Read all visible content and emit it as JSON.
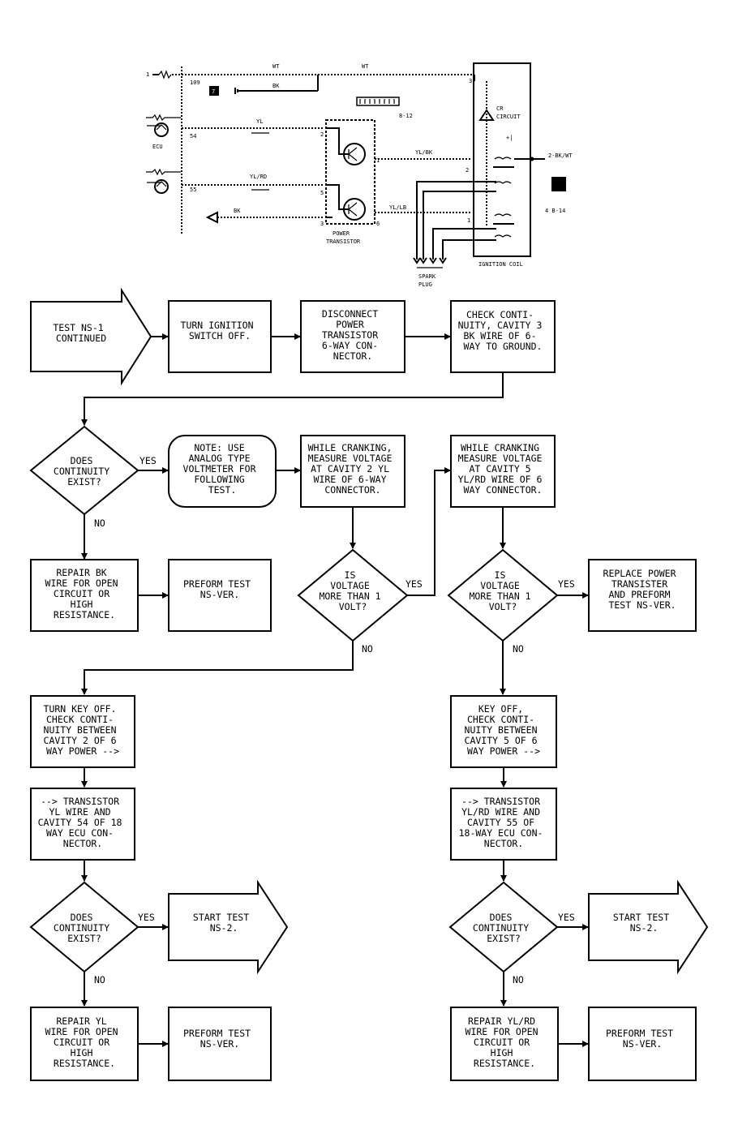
{
  "schematic": {
    "pins_left": [
      "1",
      "109",
      "54",
      "55"
    ],
    "ecu_label": "ECU",
    "wire_top": "WT",
    "wire_bk_ground": "BK",
    "wire_yl": "YL",
    "wire_ylrd": "YL/RD",
    "wire_bk_bottom": "BK",
    "wire_ylbk": "YL/BK",
    "wire_ylbl": "YL/LB",
    "connector_ref": "8-12",
    "wire_ref": "4 B-14",
    "transistor_label": [
      "POWER",
      "TRANSISTOR"
    ],
    "coil_label": "IGNITION COIL",
    "spark_label": [
      "SPARK",
      "PLUG"
    ],
    "circuit_label": [
      "CR",
      "CIRCUIT"
    ],
    "output_label": "2-BK/WT",
    "trans_pins": [
      "2",
      "1",
      "5",
      "3",
      "6"
    ],
    "coil_pins": [
      "3",
      "2",
      "1"
    ],
    "marker7": "7"
  },
  "flow": {
    "start": [
      "TEST NS-1",
      "CONTINUED"
    ],
    "turn_off": [
      "TURN IGNITION",
      "SWITCH OFF."
    ],
    "disconnect": [
      "DISCONNECT",
      "POWER",
      "TRANSISTOR",
      "6-WAY CON-",
      "NECTOR."
    ],
    "check_cavity3": [
      "CHECK CONTI-",
      "NUITY, CAVITY 3",
      "BK WIRE OF 6-",
      "WAY TO GROUND."
    ],
    "q_continuity1": [
      "DOES",
      "CONTINUITY",
      "EXIST?"
    ],
    "note": [
      "NOTE: USE",
      "ANALOG TYPE",
      "VOLTMETER FOR",
      "FOLLOWING",
      "TEST."
    ],
    "crank_cav2": [
      "WHILE CRANKING,",
      "MEASURE VOLTAGE",
      "AT CAVITY 2 YL",
      "WIRE OF 6-WAY",
      "CONNECTOR."
    ],
    "crank_cav5": [
      "WHILE CRANKING",
      "MEASURE VOLTAGE",
      "AT CAVITY 5",
      "YL/RD WIRE OF 6",
      "WAY CONNECTOR."
    ],
    "repair_bk": [
      "REPAIR BK",
      "WIRE FOR OPEN",
      "CIRCUIT OR",
      "HIGH",
      "RESISTANCE."
    ],
    "perform1": [
      "PREFORM TEST",
      "NS-VER."
    ],
    "q_volt1": [
      "IS",
      "VOLTAGE",
      "MORE THAN 1",
      "VOLT?"
    ],
    "q_volt2": [
      "IS",
      "VOLTAGE",
      "MORE THAN 1",
      "VOLT?"
    ],
    "replace": [
      "REPLACE POWER",
      "TRANSISTER",
      "AND PREFORM",
      "TEST NS-VER."
    ],
    "turn_key_off": [
      "TURN KEY OFF.",
      "CHECK CONTI-",
      "NUITY BETWEEN",
      "CAVITY 2 OF 6",
      "WAY POWER -->"
    ],
    "key_off": [
      "KEY OFF,",
      "CHECK CONTI-",
      "NUITY BETWEEN",
      "CAVITY 5 OF 6",
      "WAY POWER -->"
    ],
    "trans_yl": [
      "--> TRANSISTOR",
      "YL WIRE AND",
      "CAVITY 54 OF 18",
      "WAY ECU CON-",
      "NECTOR."
    ],
    "trans_ylrd": [
      "--> TRANSISTOR",
      "YL/RD WIRE AND",
      "CAVITY 55 OF",
      "18-WAY ECU CON-",
      "NECTOR."
    ],
    "q_continuity2": [
      "DOES",
      "CONTINUITY",
      "EXIST?"
    ],
    "q_continuity3": [
      "DOES",
      "CONTINUITY",
      "EXIST?"
    ],
    "start_ns2a": [
      "START TEST",
      "NS-2."
    ],
    "start_ns2b": [
      "START TEST",
      "NS-2."
    ],
    "repair_yl": [
      "REPAIR YL",
      "WIRE FOR OPEN",
      "CIRCUIT OR",
      "HIGH",
      "RESISTANCE."
    ],
    "repair_ylrd": [
      "REPAIR YL/RD",
      "WIRE FOR OPEN",
      "CIRCUIT OR",
      "HIGH",
      "RESISTANCE."
    ],
    "perform2": [
      "PREFORM TEST",
      "NS-VER."
    ],
    "perform3": [
      "PREFORM TEST",
      "NS-VER."
    ],
    "yes": "YES",
    "no": "NO"
  }
}
